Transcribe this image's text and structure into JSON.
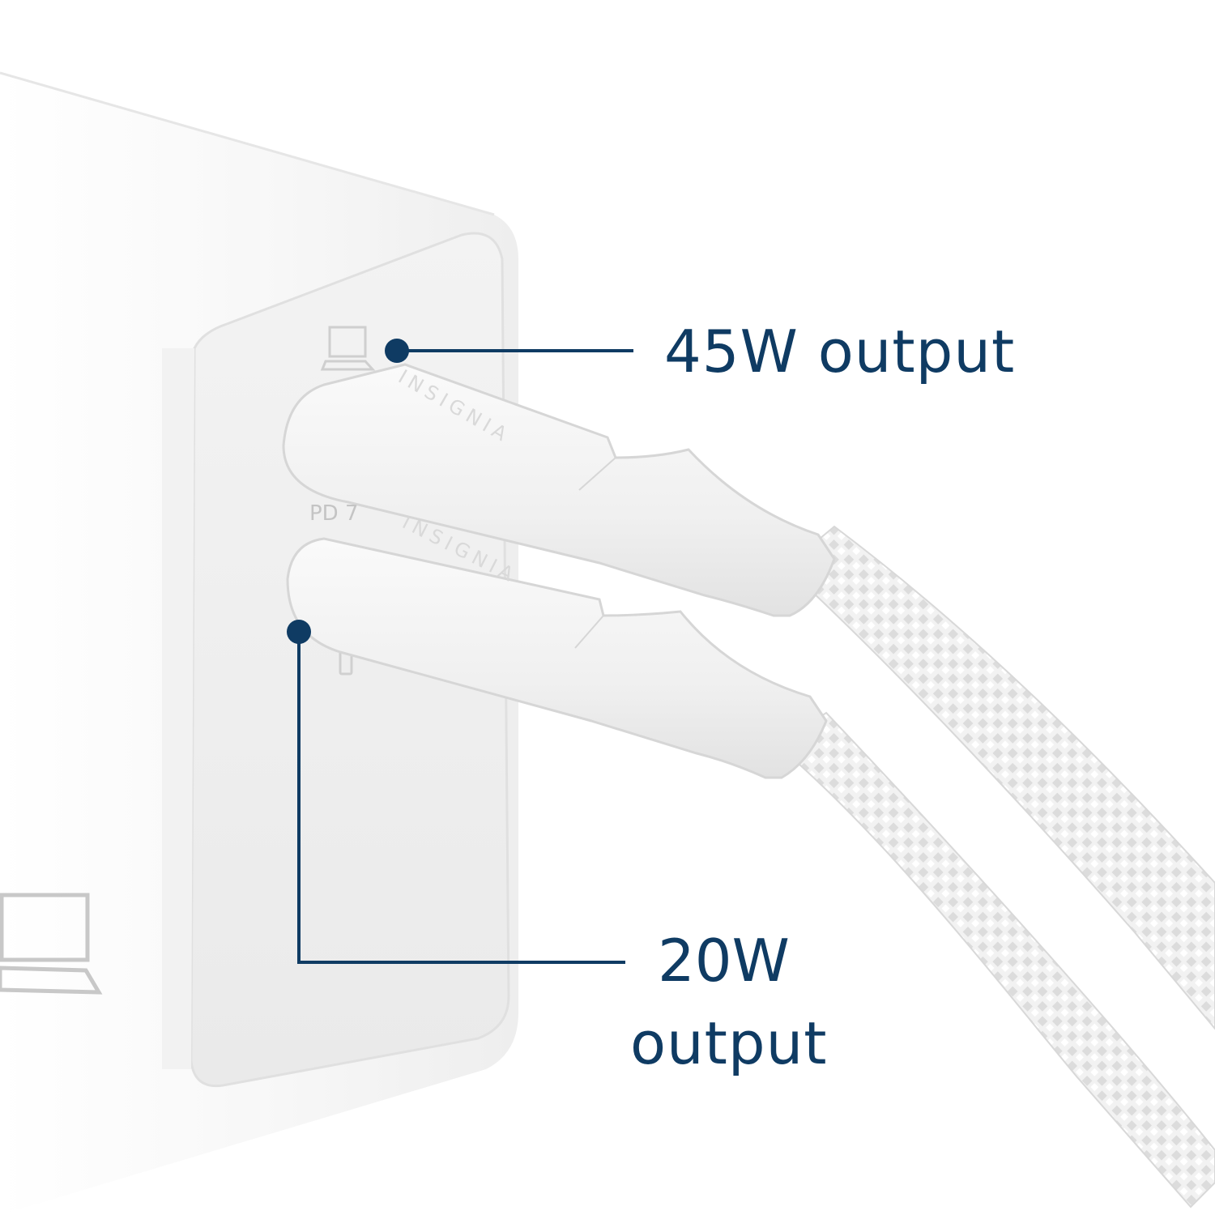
{
  "callouts": {
    "top": {
      "text": "45W output"
    },
    "bottom": {
      "line1": "20W",
      "line2": "output"
    }
  },
  "product": {
    "brand_top": "INSIGNIA",
    "brand_bottom": "INSIGNIA",
    "port_label": "PD 7"
  },
  "colors": {
    "accent": "#0f3b63",
    "charger_body": "#f7f7f7",
    "connector": "#f4f4f4",
    "cable": "#ececec"
  }
}
